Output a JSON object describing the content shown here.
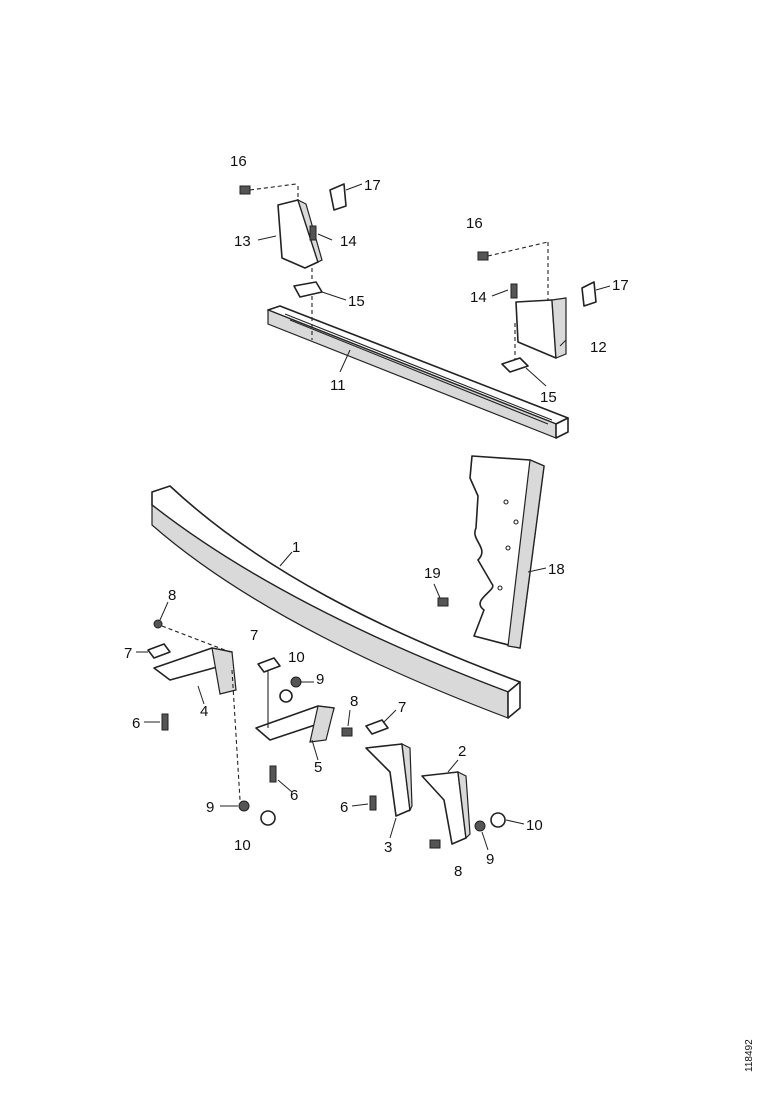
{
  "callouts": {
    "c1": "1",
    "c2": "2",
    "c3": "3",
    "c4": "4",
    "c5": "5",
    "c6a": "6",
    "c6b": "6",
    "c6c": "6",
    "c7a": "7",
    "c7b": "7",
    "c7c": "7",
    "c8a": "8",
    "c8b": "8",
    "c8c": "8",
    "c9a": "9",
    "c9b": "9",
    "c9c": "9",
    "c10a": "10",
    "c10b": "10",
    "c10c": "10",
    "c11": "11",
    "c12a": "12",
    "c12b": "12",
    "c13": "13",
    "c14a": "14",
    "c14b": "14",
    "c15a": "15",
    "c15b": "15",
    "c16a": "16",
    "c16b": "16",
    "c17a": "17",
    "c17b": "17",
    "c18": "18",
    "c19": "19"
  },
  "figure_code": "118492"
}
